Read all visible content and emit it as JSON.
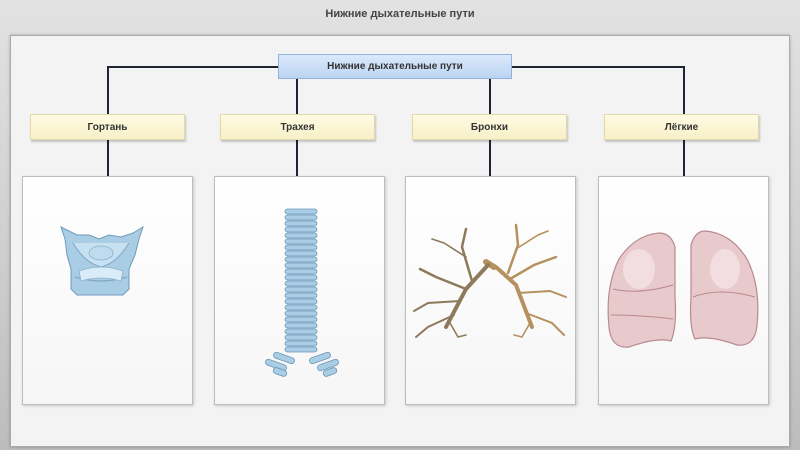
{
  "page_title": "Нижние дыхательные пути",
  "root_label": "Нижние дыхательные пути",
  "categories": [
    {
      "label": "Гортань"
    },
    {
      "label": "Трахея"
    },
    {
      "label": "Бронхи"
    },
    {
      "label": "Лёгкие"
    }
  ],
  "colors": {
    "root_fill": "#c9ddf6",
    "category_fill": "#fbf6d6",
    "connector": "#1e2530",
    "cartilage": "#a9cde4",
    "bronchi": "#b5915e",
    "lung": "#e8c9cc"
  }
}
